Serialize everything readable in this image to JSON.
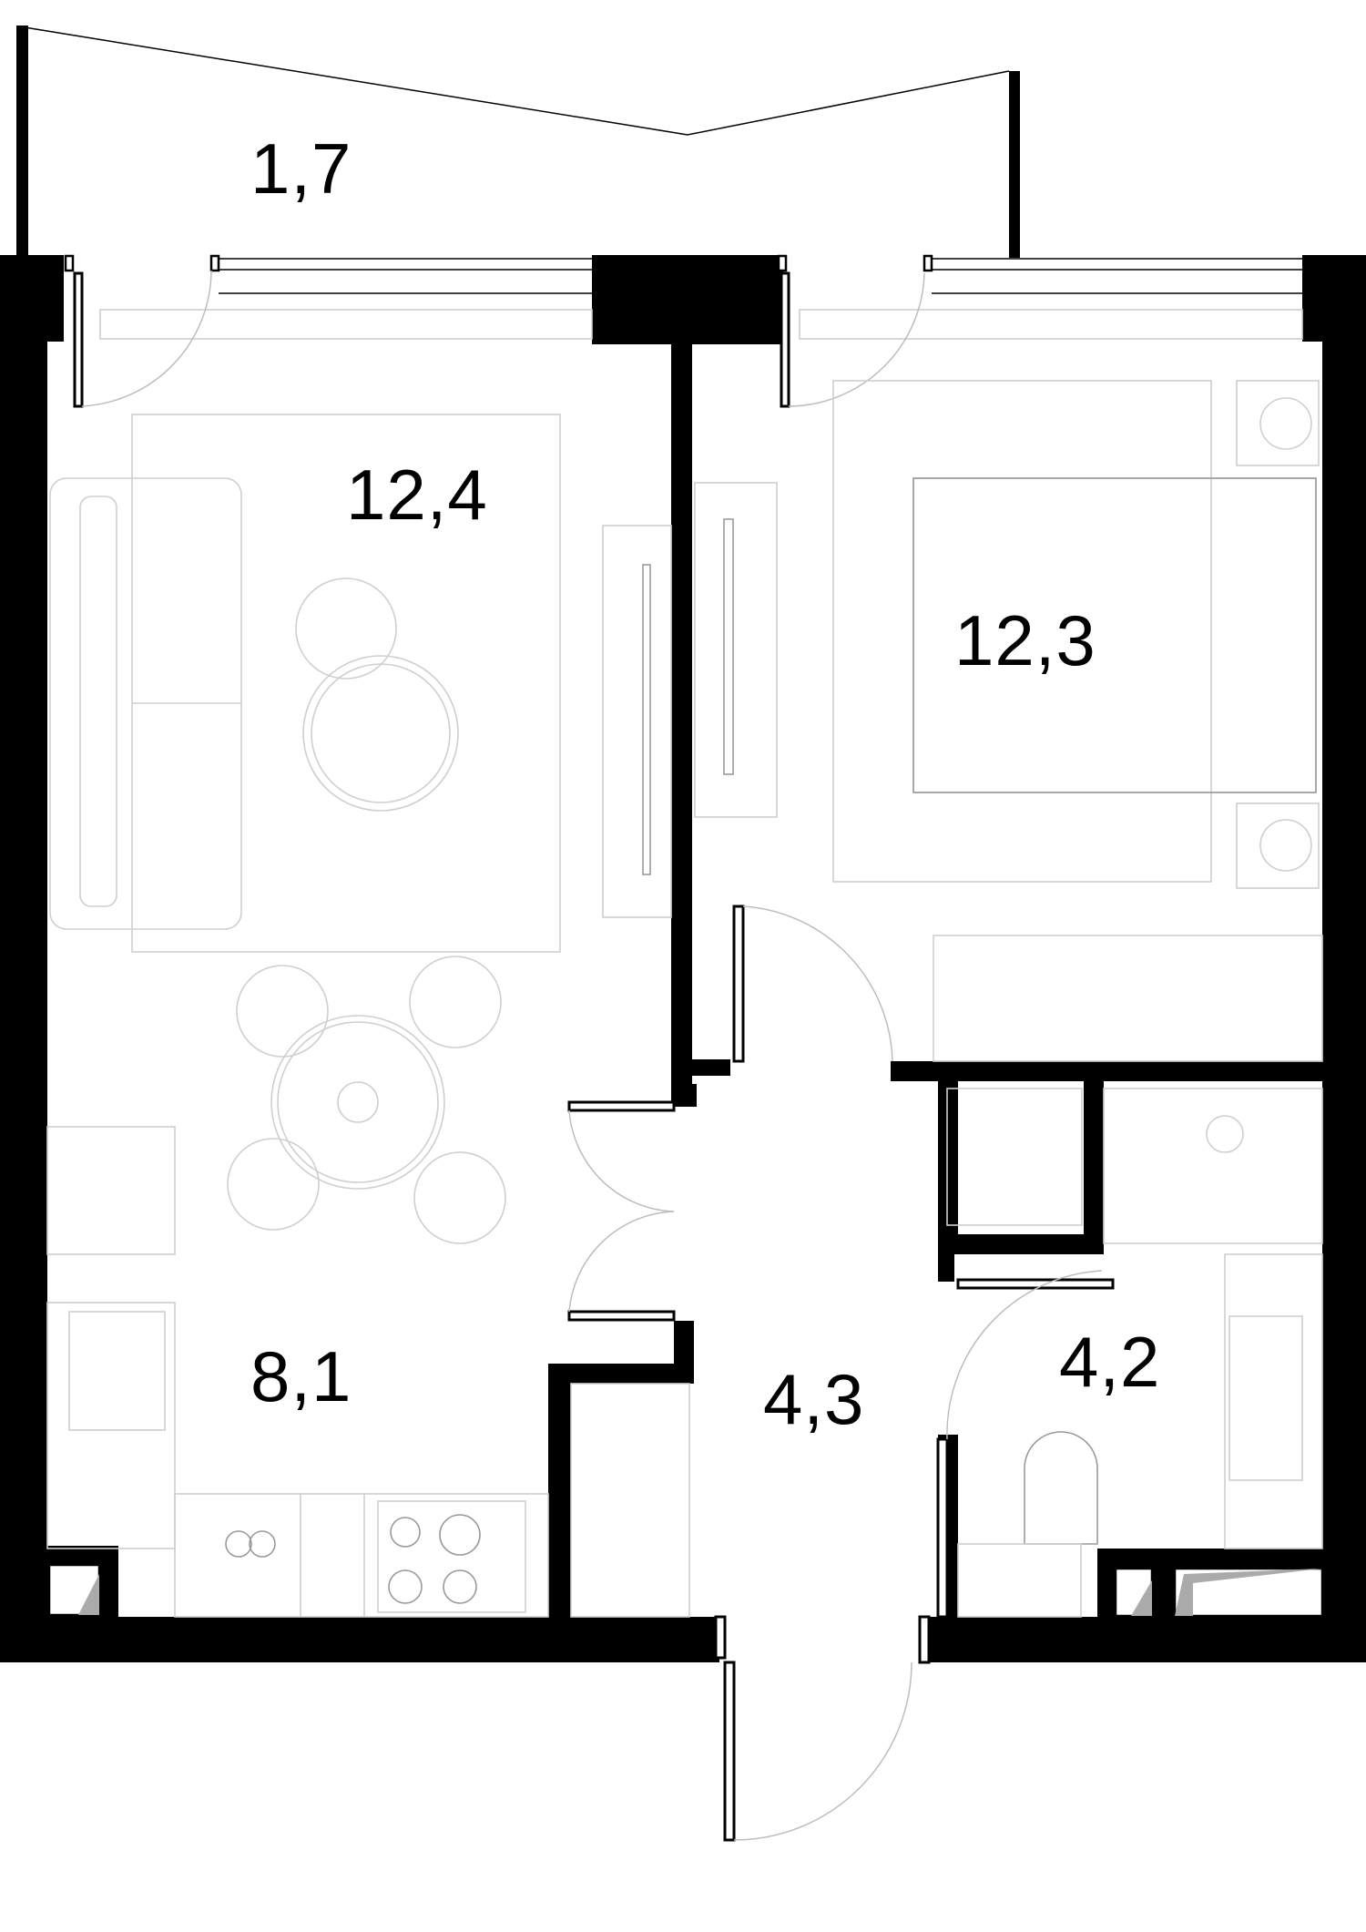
{
  "plan": {
    "colors": {
      "wall": "#000000",
      "furniture": "#cfcfcf",
      "background": "#ffffff"
    },
    "rooms": [
      {
        "id": "balcony",
        "area": "1,7"
      },
      {
        "id": "living-room",
        "area": "12,4"
      },
      {
        "id": "bedroom",
        "area": "12,3"
      },
      {
        "id": "kitchen",
        "area": "8,1"
      },
      {
        "id": "hallway",
        "area": "4,3"
      },
      {
        "id": "bathroom",
        "area": "4,2"
      }
    ]
  }
}
